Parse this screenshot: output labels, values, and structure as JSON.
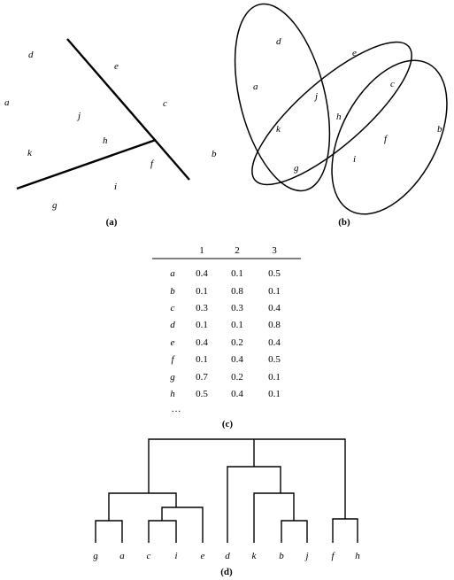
{
  "panel_a": {
    "caption": "(a)",
    "points": [
      {
        "id": "d",
        "label": "d"
      },
      {
        "id": "e",
        "label": "e"
      },
      {
        "id": "a",
        "label": "a"
      },
      {
        "id": "c",
        "label": "c"
      },
      {
        "id": "j",
        "label": "j"
      },
      {
        "id": "h",
        "label": "h"
      },
      {
        "id": "k",
        "label": "k"
      },
      {
        "id": "f",
        "label": "f"
      },
      {
        "id": "i",
        "label": "i"
      },
      {
        "id": "g",
        "label": "g"
      }
    ]
  },
  "panel_b": {
    "caption": "(b)",
    "points": [
      {
        "id": "d",
        "label": "d"
      },
      {
        "id": "e",
        "label": "e"
      },
      {
        "id": "a",
        "label": "a"
      },
      {
        "id": "j",
        "label": "j"
      },
      {
        "id": "c",
        "label": "c"
      },
      {
        "id": "h",
        "label": "h"
      },
      {
        "id": "k",
        "label": "k"
      },
      {
        "id": "f",
        "label": "f"
      },
      {
        "id": "b",
        "label": "b"
      },
      {
        "id": "i",
        "label": "i"
      },
      {
        "id": "g",
        "label": "g"
      },
      {
        "id": "b-outside",
        "label": "b"
      }
    ]
  },
  "panel_c": {
    "caption": "(c)",
    "headers": [
      "1",
      "2",
      "3"
    ],
    "rows": [
      {
        "label": "a",
        "values": [
          "0.4",
          "0.1",
          "0.5"
        ]
      },
      {
        "label": "b",
        "values": [
          "0.1",
          "0.8",
          "0.1"
        ]
      },
      {
        "label": "c",
        "values": [
          "0.3",
          "0.3",
          "0.4"
        ]
      },
      {
        "label": "d",
        "values": [
          "0.1",
          "0.1",
          "0.8"
        ]
      },
      {
        "label": "e",
        "values": [
          "0.4",
          "0.2",
          "0.4"
        ]
      },
      {
        "label": "f",
        "values": [
          "0.1",
          "0.4",
          "0.5"
        ]
      },
      {
        "label": "g",
        "values": [
          "0.7",
          "0.2",
          "0.1"
        ]
      },
      {
        "label": "h",
        "values": [
          "0.5",
          "0.4",
          "0.1"
        ]
      }
    ],
    "ellipsis": "…"
  },
  "panel_d": {
    "caption": "(d)",
    "leaves": [
      "g",
      "a",
      "c",
      "i",
      "e",
      "d",
      "k",
      "b",
      "j",
      "f",
      "h"
    ]
  }
}
